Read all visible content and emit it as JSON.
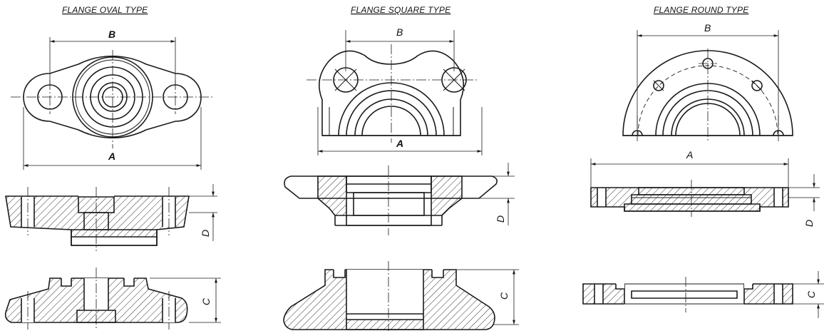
{
  "titles": {
    "oval": "FLANGE OVAL TYPE",
    "square": "FLANGE SQUARE TYPE",
    "round": "FLANGE ROUND TYPE"
  },
  "dims": {
    "oval": {
      "a": "A",
      "b": "B",
      "c": "C",
      "d": "D"
    },
    "square": {
      "a": "A",
      "b": "B",
      "c": "C",
      "d": "D"
    },
    "round": {
      "a": "A",
      "b": "B",
      "c": "C",
      "d": "D"
    }
  }
}
